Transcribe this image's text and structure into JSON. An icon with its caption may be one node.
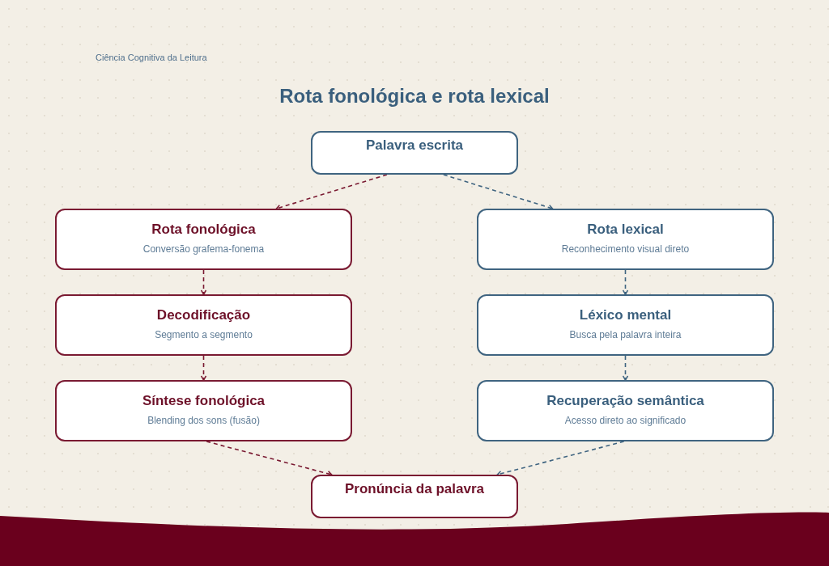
{
  "diagram": {
    "title": "Rota fonológica e rota lexical",
    "nodes": [
      {
        "text": [
          "Palavra escrita"
        ]
      },
      {
        "text": [
          "Rota fonológica",
          "Conversão grafema-fonema"
        ]
      },
      {
        "text": [
          "Rota lexical",
          "Reconhecimento visual direto"
        ]
      },
      {
        "text": [
          "Decodificação",
          "Segmento a segmento"
        ]
      },
      {
        "text": [
          "Léxico mental",
          "Busca pela palavra inteira"
        ]
      },
      {
        "text": [
          "Síntese fonológica",
          "Blending dos sons (fusão)"
        ]
      },
      {
        "text": [
          "Recuperação semântica",
          "Acesso direto ao significado"
        ]
      },
      {
        "text": [
          "Pronúncia da palavra"
        ]
      }
    ],
    "edges": [
      {
        "from": 0,
        "to": 1,
        "arrow": "to",
        "style": "dashed",
        "color": "#7a1a32"
      },
      {
        "from": 0,
        "to": 2,
        "arrow": "to",
        "style": "dashed",
        "color": "#3f6480"
      },
      {
        "from": 1,
        "to": 3,
        "arrow": "to",
        "style": "dashed",
        "color": "#7a1a32"
      },
      {
        "from": 3,
        "to": 5,
        "arrow": "to",
        "style": "dashed",
        "color": "#7a1a32"
      },
      {
        "from": 2,
        "to": 4,
        "arrow": "to",
        "style": "dashed",
        "color": "#3f6480"
      },
      {
        "from": 4,
        "to": 6,
        "arrow": "to",
        "style": "dashed",
        "color": "#3f6480"
      },
      {
        "from": 5,
        "to": 7,
        "arrow": "to",
        "style": "dashed",
        "color": "#7a1a32"
      },
      {
        "from": 6,
        "to": 7,
        "arrow": "to",
        "style": "dashed",
        "color": "#3f6480"
      }
    ],
    "labels": [
      "Ciência Cognitiva da Leitura"
    ]
  }
}
